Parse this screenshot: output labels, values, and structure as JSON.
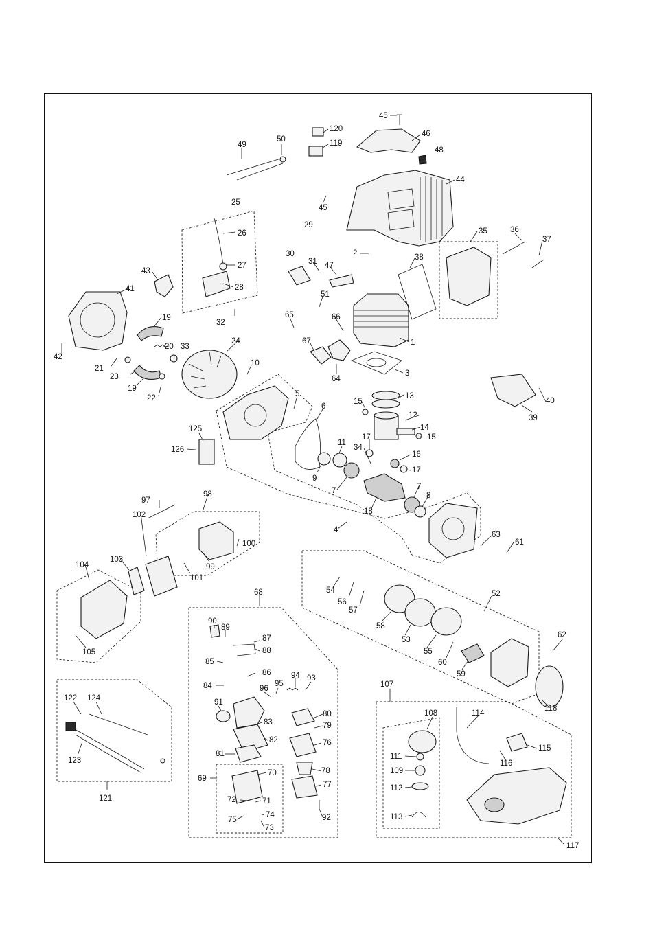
{
  "labels": [
    {
      "id": "45a",
      "text": "45"
    },
    {
      "id": "120",
      "text": "120"
    },
    {
      "id": "119",
      "text": "119"
    },
    {
      "id": "46",
      "text": "46"
    },
    {
      "id": "48",
      "text": "48"
    },
    {
      "id": "49",
      "text": "49"
    },
    {
      "id": "50",
      "text": "50"
    },
    {
      "id": "44",
      "text": "44"
    },
    {
      "id": "45b",
      "text": "45"
    },
    {
      "id": "29",
      "text": "29"
    },
    {
      "id": "25",
      "text": "25"
    },
    {
      "id": "26",
      "text": "26"
    },
    {
      "id": "27",
      "text": "27"
    },
    {
      "id": "28",
      "text": "28"
    },
    {
      "id": "32",
      "text": "32"
    },
    {
      "id": "43",
      "text": "43"
    },
    {
      "id": "41",
      "text": "41"
    },
    {
      "id": "19a",
      "text": "19"
    },
    {
      "id": "20",
      "text": "20"
    },
    {
      "id": "33",
      "text": "33"
    },
    {
      "id": "42",
      "text": "42"
    },
    {
      "id": "21",
      "text": "21"
    },
    {
      "id": "23",
      "text": "23"
    },
    {
      "id": "19b",
      "text": "19"
    },
    {
      "id": "22",
      "text": "22"
    },
    {
      "id": "24",
      "text": "24"
    },
    {
      "id": "10",
      "text": "10"
    },
    {
      "id": "2",
      "text": "2"
    },
    {
      "id": "30",
      "text": "30"
    },
    {
      "id": "31",
      "text": "31"
    },
    {
      "id": "47",
      "text": "47"
    },
    {
      "id": "38",
      "text": "38"
    },
    {
      "id": "35",
      "text": "35"
    },
    {
      "id": "36",
      "text": "36"
    },
    {
      "id": "37",
      "text": "37"
    },
    {
      "id": "51",
      "text": "51"
    },
    {
      "id": "65",
      "text": "65"
    },
    {
      "id": "66",
      "text": "66"
    },
    {
      "id": "1",
      "text": "1"
    },
    {
      "id": "67",
      "text": "67"
    },
    {
      "id": "64",
      "text": "64"
    },
    {
      "id": "3",
      "text": "3"
    },
    {
      "id": "40",
      "text": "40"
    },
    {
      "id": "39",
      "text": "39"
    },
    {
      "id": "5",
      "text": "5"
    },
    {
      "id": "6",
      "text": "6"
    },
    {
      "id": "13",
      "text": "13"
    },
    {
      "id": "15a",
      "text": "15"
    },
    {
      "id": "12",
      "text": "12"
    },
    {
      "id": "14",
      "text": "14"
    },
    {
      "id": "15b",
      "text": "15"
    },
    {
      "id": "125",
      "text": "125"
    },
    {
      "id": "126",
      "text": "126"
    },
    {
      "id": "17a",
      "text": "17"
    },
    {
      "id": "11",
      "text": "11"
    },
    {
      "id": "34",
      "text": "34"
    },
    {
      "id": "16",
      "text": "16"
    },
    {
      "id": "17b",
      "text": "17"
    },
    {
      "id": "9",
      "text": "9"
    },
    {
      "id": "7a",
      "text": "7"
    },
    {
      "id": "7b",
      "text": "7"
    },
    {
      "id": "8",
      "text": "8"
    },
    {
      "id": "18",
      "text": "18"
    },
    {
      "id": "97",
      "text": "97"
    },
    {
      "id": "98",
      "text": "98"
    },
    {
      "id": "4",
      "text": "4"
    },
    {
      "id": "63",
      "text": "63"
    },
    {
      "id": "61",
      "text": "61"
    },
    {
      "id": "102",
      "text": "102"
    },
    {
      "id": "100",
      "text": "100"
    },
    {
      "id": "99",
      "text": "99"
    },
    {
      "id": "101",
      "text": "101"
    },
    {
      "id": "104",
      "text": "104"
    },
    {
      "id": "103",
      "text": "103"
    },
    {
      "id": "105",
      "text": "105"
    },
    {
      "id": "54",
      "text": "54"
    },
    {
      "id": "56",
      "text": "56"
    },
    {
      "id": "57",
      "text": "57"
    },
    {
      "id": "68",
      "text": "68"
    },
    {
      "id": "52",
      "text": "52"
    },
    {
      "id": "58",
      "text": "58"
    },
    {
      "id": "53",
      "text": "53"
    },
    {
      "id": "55",
      "text": "55"
    },
    {
      "id": "60",
      "text": "60"
    },
    {
      "id": "59",
      "text": "59"
    },
    {
      "id": "62",
      "text": "62"
    },
    {
      "id": "118",
      "text": "118"
    },
    {
      "id": "90",
      "text": "90"
    },
    {
      "id": "89",
      "text": "89"
    },
    {
      "id": "87",
      "text": "87"
    },
    {
      "id": "88",
      "text": "88"
    },
    {
      "id": "85",
      "text": "85"
    },
    {
      "id": "86",
      "text": "86"
    },
    {
      "id": "84",
      "text": "84"
    },
    {
      "id": "94",
      "text": "94"
    },
    {
      "id": "93",
      "text": "93"
    },
    {
      "id": "95",
      "text": "95"
    },
    {
      "id": "96",
      "text": "96"
    },
    {
      "id": "91",
      "text": "91"
    },
    {
      "id": "80",
      "text": "80"
    },
    {
      "id": "83",
      "text": "83"
    },
    {
      "id": "79",
      "text": "79"
    },
    {
      "id": "82",
      "text": "82"
    },
    {
      "id": "76",
      "text": "76"
    },
    {
      "id": "81",
      "text": "81"
    },
    {
      "id": "78",
      "text": "78"
    },
    {
      "id": "70",
      "text": "70"
    },
    {
      "id": "69",
      "text": "69"
    },
    {
      "id": "77",
      "text": "77"
    },
    {
      "id": "72",
      "text": "72"
    },
    {
      "id": "71",
      "text": "71"
    },
    {
      "id": "74",
      "text": "74"
    },
    {
      "id": "75",
      "text": "75"
    },
    {
      "id": "73",
      "text": "73"
    },
    {
      "id": "92",
      "text": "92"
    },
    {
      "id": "107",
      "text": "107"
    },
    {
      "id": "108",
      "text": "108"
    },
    {
      "id": "114",
      "text": "114"
    },
    {
      "id": "115",
      "text": "115"
    },
    {
      "id": "116",
      "text": "116"
    },
    {
      "id": "111",
      "text": "111"
    },
    {
      "id": "109",
      "text": "109"
    },
    {
      "id": "112",
      "text": "112"
    },
    {
      "id": "113",
      "text": "113"
    },
    {
      "id": "117",
      "text": "117"
    },
    {
      "id": "122",
      "text": "122"
    },
    {
      "id": "124",
      "text": "124"
    },
    {
      "id": "123",
      "text": "123"
    },
    {
      "id": "121",
      "text": "121"
    }
  ]
}
